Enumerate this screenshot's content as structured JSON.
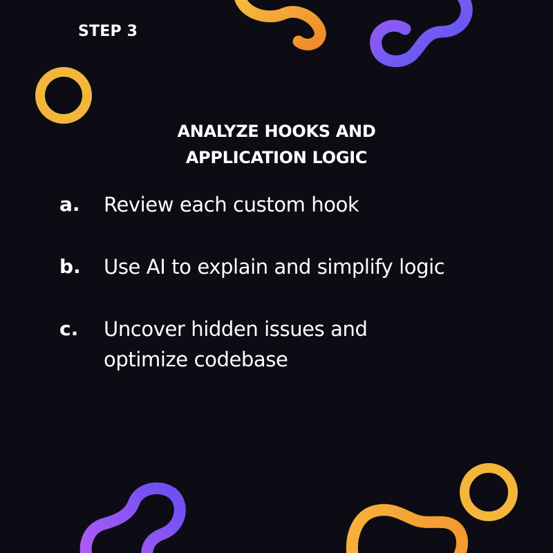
{
  "step": {
    "label": "STEP 3"
  },
  "heading": {
    "line1": "ANALYZE HOOKS AND",
    "line2": "APPLICATION LOGIC"
  },
  "items": [
    {
      "marker": "a.",
      "line1": "Review each custom hook",
      "line2": ""
    },
    {
      "marker": "b.",
      "line1": "Use AI to explain and simplify logic",
      "line2": ""
    },
    {
      "marker": "c.",
      "line1": "Uncover hidden issues and",
      "line2": "optimize codebase"
    }
  ],
  "colors": {
    "background": "#0d0c15",
    "text": "#ffffff",
    "ring_yellow": "#f4b63a",
    "gradient_orange_start": "#f7bf3e",
    "gradient_orange_end": "#f08a2c",
    "gradient_purple_start": "#8b5cf6",
    "gradient_purple_end": "#4f58f0"
  },
  "decorations": [
    "yellow-ring-icon",
    "orange-link-shape-icon",
    "purple-link-shape-icon"
  ]
}
